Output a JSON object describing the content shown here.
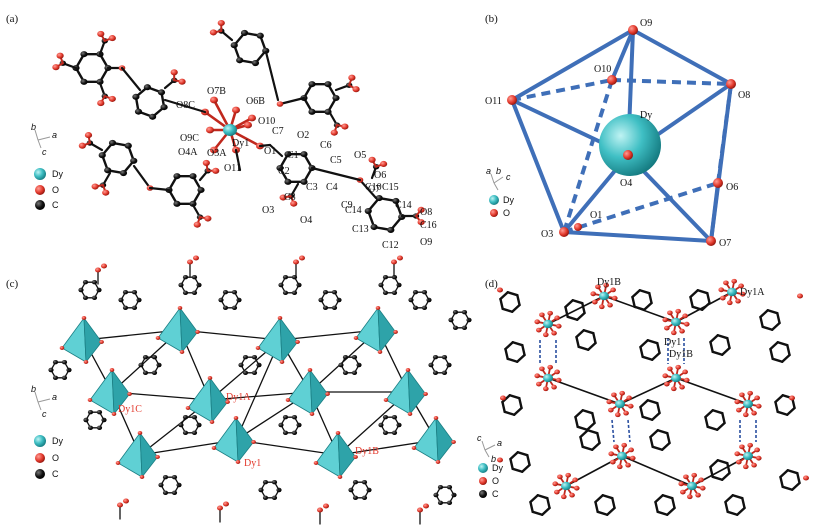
{
  "panels": {
    "a": {
      "tag": "(a)",
      "atoms": [
        "O8C",
        "O7B",
        "O6B",
        "O9C",
        "O10",
        "C7",
        "O2",
        "O4A",
        "O3A",
        "O1",
        "Dy1",
        "O11",
        "C1",
        "C6",
        "C5",
        "O5",
        "O6",
        "O7",
        "C2",
        "C10",
        "C15",
        "C8",
        "C3",
        "C4",
        "C9",
        "O3",
        "O4",
        "C14",
        "C14",
        "O8",
        "C13",
        "C12",
        "C16",
        "O9"
      ],
      "legend": [
        "Dy",
        "O",
        "C"
      ],
      "axes": [
        "b",
        "a",
        "c"
      ]
    },
    "b": {
      "tag": "(b)",
      "atoms": [
        "O9",
        "O10",
        "O8",
        "O11",
        "Dy",
        "O4",
        "O6",
        "O1",
        "O3",
        "O7"
      ],
      "legend": [
        "Dy",
        "O"
      ],
      "axes": [
        "a",
        "b",
        "c"
      ]
    },
    "c": {
      "tag": "(c)",
      "labels": [
        "Dy1A",
        "Dy1C",
        "Dy1",
        "Dy1B"
      ],
      "legend": [
        "Dy",
        "O",
        "C"
      ],
      "axes": [
        "b",
        "a",
        "c"
      ]
    },
    "d": {
      "tag": "(d)",
      "labels": [
        "Dy1B",
        "Dy1A",
        "Dy1",
        "Dy1B"
      ],
      "legend": [
        "Dy",
        "O",
        "C"
      ],
      "axes": [
        "c",
        "a",
        "b"
      ]
    }
  },
  "colors": {
    "dy": "#3fbfc4",
    "o": "#e2382b",
    "c": "#111111",
    "poly": "#3f6fb8",
    "hbond": "#2a4fa0"
  }
}
